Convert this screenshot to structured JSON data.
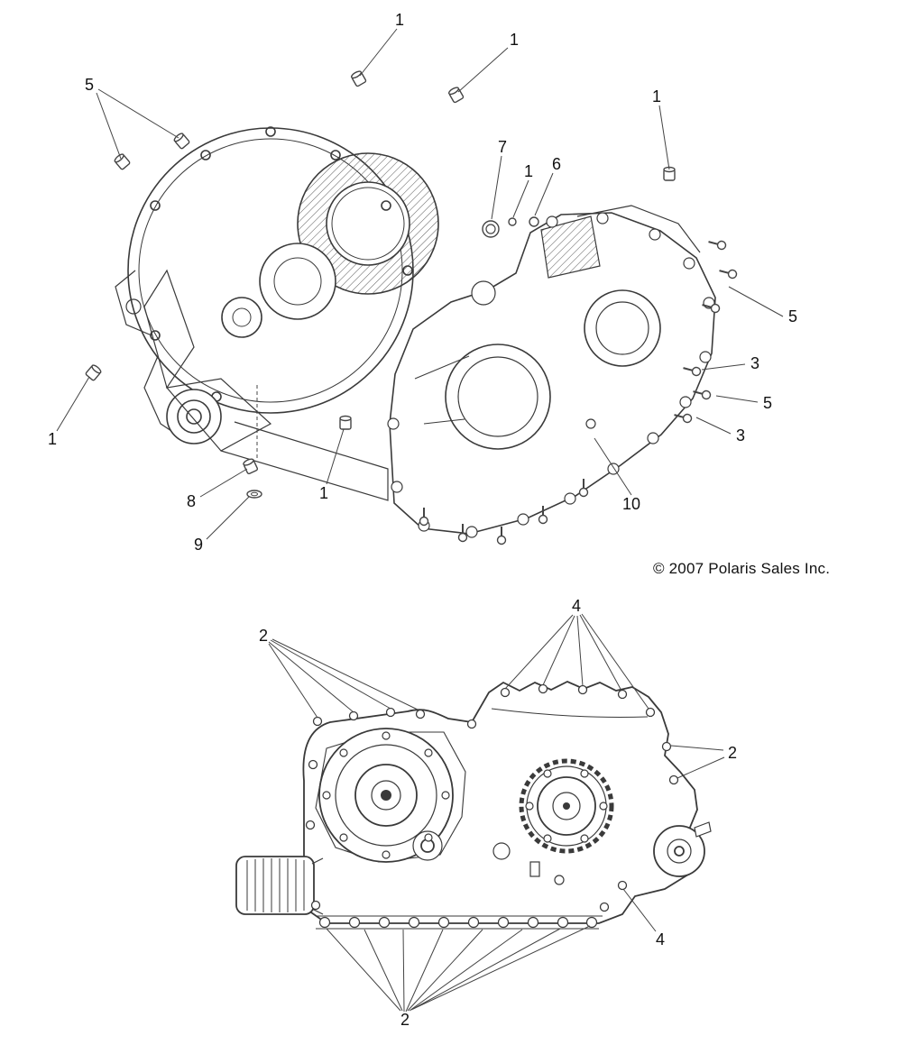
{
  "copyright": "© 2007 Polaris Sales Inc.",
  "callouts": {
    "top": [
      {
        "label": "1"
      },
      {
        "label": "1"
      },
      {
        "label": "1"
      },
      {
        "label": "5"
      },
      {
        "label": "7"
      },
      {
        "label": "1"
      },
      {
        "label": "6"
      },
      {
        "label": "5"
      },
      {
        "label": "3"
      },
      {
        "label": "5"
      },
      {
        "label": "3"
      },
      {
        "label": "1"
      },
      {
        "label": "8"
      },
      {
        "label": "9"
      },
      {
        "label": "1"
      },
      {
        "label": "10"
      }
    ],
    "bottom": [
      {
        "label": "2"
      },
      {
        "label": "4"
      },
      {
        "label": "2"
      },
      {
        "label": "4"
      },
      {
        "label": "2"
      }
    ]
  }
}
